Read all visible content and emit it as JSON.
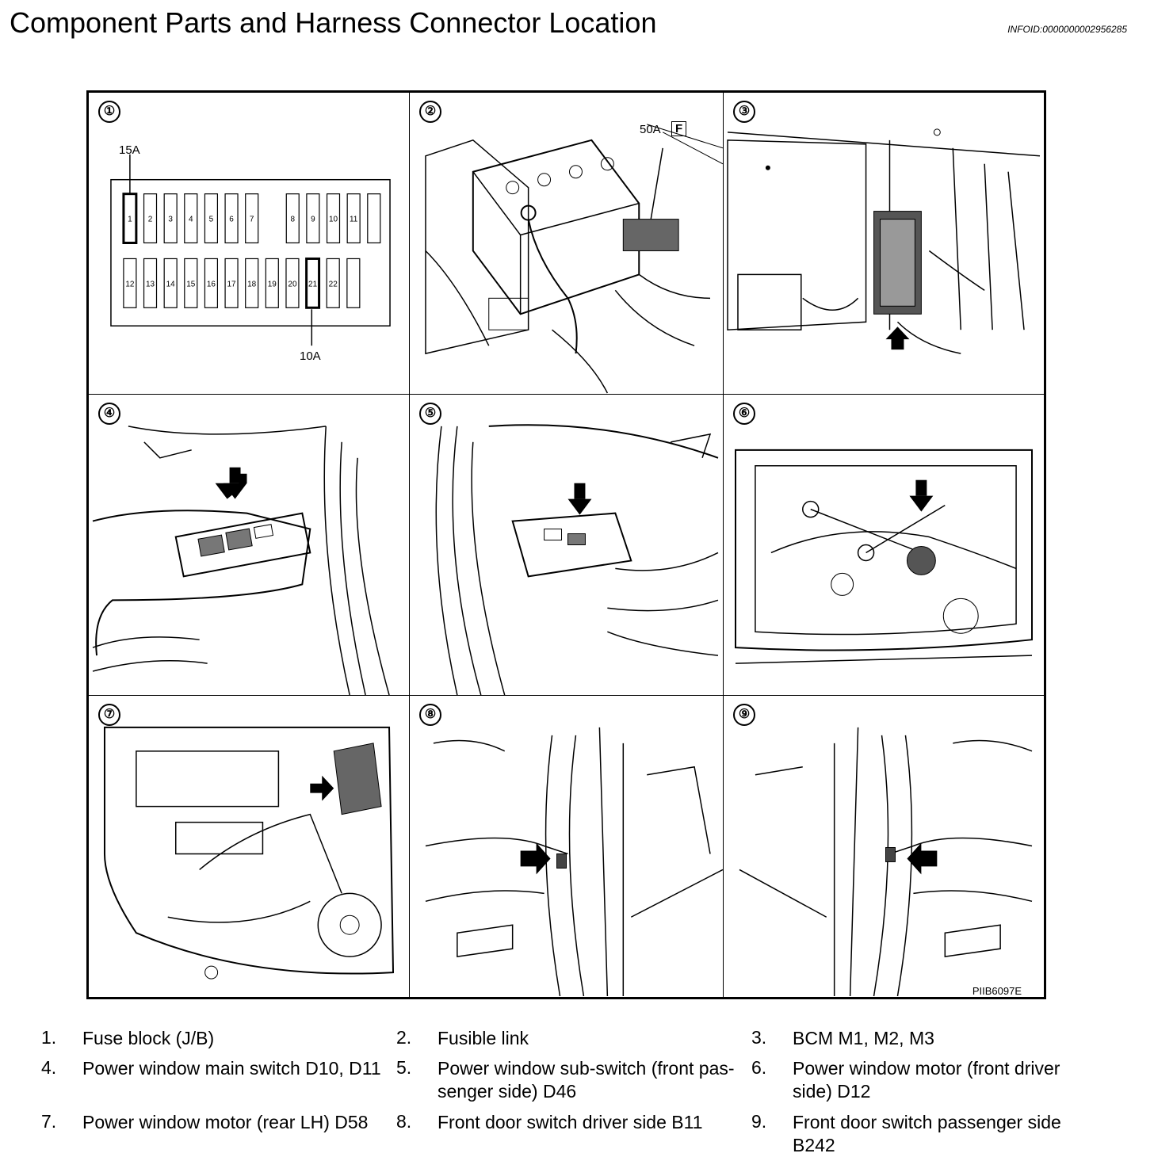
{
  "header": {
    "title": "Component Parts and Harness Connector Location",
    "infoid": "INFOID:0000000002956285"
  },
  "figure": {
    "code": "PIIB6097E",
    "panels": [
      {
        "num": "①"
      },
      {
        "num": "②"
      },
      {
        "num": "③"
      },
      {
        "num": "④"
      },
      {
        "num": "⑤"
      },
      {
        "num": "⑥"
      },
      {
        "num": "⑦"
      },
      {
        "num": "⑧"
      },
      {
        "num": "⑨"
      }
    ],
    "fuse_labels": {
      "top": "15A",
      "bottom": "10A"
    },
    "fuse_numbers_row1": [
      "1",
      "2",
      "3",
      "4",
      "5",
      "6",
      "7",
      "8",
      "9",
      "10",
      "11"
    ],
    "fuse_numbers_row2": [
      "12",
      "13",
      "14",
      "15",
      "16",
      "17",
      "18",
      "19",
      "20",
      "21",
      "22"
    ],
    "fusible_link_label": "50A",
    "fusible_link_box": "F"
  },
  "legend": [
    {
      "n": "1.",
      "text": "Fuse block (J/B)"
    },
    {
      "n": "2.",
      "text": "Fusible link"
    },
    {
      "n": "3.",
      "text": "BCM M1, M2, M3"
    },
    {
      "n": "4.",
      "text": "Power window main switch D10, D11"
    },
    {
      "n": "5.",
      "text": "Power window sub-switch (front pas-senger side) D46"
    },
    {
      "n": "6.",
      "text": "Power window motor (front driver side) D12"
    },
    {
      "n": "7.",
      "text": "Power window motor (rear LH) D58"
    },
    {
      "n": "8.",
      "text": "Front door switch driver side B11"
    },
    {
      "n": "9.",
      "text": "Front door switch passenger side B242"
    }
  ]
}
